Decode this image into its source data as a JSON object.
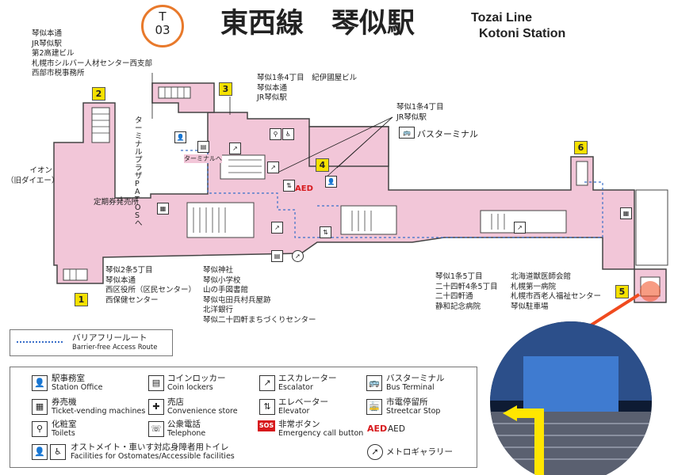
{
  "header": {
    "line_code": "T",
    "station_number": "03",
    "title_jp": "東西線　琴似駅",
    "title_en_line": "Tozai Line",
    "title_en_station": "Kotoni Station"
  },
  "exits": [
    "2",
    "3",
    "4",
    "6",
    "1",
    "5"
  ],
  "labels": {
    "top_left": [
      "琴似本通",
      "JR琴似駅",
      "第2高建ビル",
      "札幌市シルバー人材センター西支部",
      "西部市税事務所"
    ],
    "exit3_dest": [
      "琴似1条4丁目　紀伊國屋ビル",
      "琴似本通",
      "JR琴似駅"
    ],
    "exit4_dest": [
      "琴似1条4丁目",
      "JR琴似駅"
    ],
    "bus_terminal": "バスターミナル",
    "aeon": [
      "イオン",
      "（旧ダイエー）"
    ],
    "patos": "ターミナルプラザ PATOSへ",
    "terminal_to": "ターミナルへ",
    "teiki": "定期券発売所",
    "aed": "AED",
    "exit1_dest": [
      "琴似2条5丁目",
      "琴似本通",
      "西区役所（区民センター）",
      "西保健センター"
    ],
    "center_dest": [
      "琴似神社",
      "琴似小学校",
      "山の手図書館",
      "琴似屯田兵村兵屋跡",
      "北洋銀行",
      "琴似二十四軒まちづくりセンター"
    ],
    "exit5_dest_left": [
      "琴似1条5丁目",
      "二十四軒4条5丁目",
      "二十四軒通",
      "静和記念病院"
    ],
    "exit5_dest_right": [
      "北海道獣医師会館",
      "札幌第一病院",
      "札幌市西老人福祉センター",
      "琴似駐車場"
    ]
  },
  "barrier_free": {
    "jp": "バリアフリールート",
    "en": "Barrier-free Access Route"
  },
  "legend": {
    "station_office": {
      "jp": "駅事務室",
      "en": "Station Office"
    },
    "ticket": {
      "jp": "券売機",
      "en": "Ticket-vending machines"
    },
    "toilets": {
      "jp": "化粧室",
      "en": "Toilets"
    },
    "ostomate": {
      "jp": "オストメイト・車いす対応身障者用トイレ",
      "en": "Facilities for Ostomates/Accessible facilities"
    },
    "coin": {
      "jp": "コインロッカー",
      "en": "Coin lockers"
    },
    "store": {
      "jp": "売店",
      "en": "Convenience store"
    },
    "telephone": {
      "jp": "公衆電話",
      "en": "Telephone"
    },
    "escalator": {
      "jp": "エスカレーター",
      "en": "Escalator"
    },
    "elevator": {
      "jp": "エレベーター",
      "en": "Elevator"
    },
    "sos": {
      "jp": "非常ボタン",
      "en": "Emergency call button",
      "badge": "SOS"
    },
    "bus": {
      "jp": "バスターミナル",
      "en": "Bus Terminal"
    },
    "streetcar": {
      "jp": "市電停留所",
      "en": "Streetcar Stop"
    },
    "aed": {
      "label": "AED",
      "text": "AED"
    },
    "metro_gallery": {
      "jp": "メトロギャラリー"
    }
  },
  "colors": {
    "concourse": "#f2c6d8",
    "outline": "#444444",
    "badge": "#f5e100",
    "station_circle": "#e8792b",
    "barrier_route": "#3a6fc9",
    "photo_callout": "#f04a1e",
    "aed": "#d7191c"
  }
}
